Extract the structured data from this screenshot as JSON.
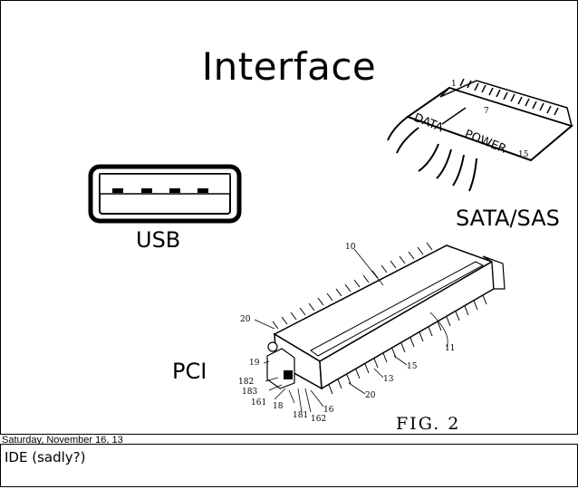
{
  "slide": {
    "title": "Interface",
    "labels": {
      "usb": "USB",
      "sata": "SATA/SAS",
      "pci": "PCI"
    },
    "sata_connector": {
      "data_label": "DATA",
      "power_label": "POWER",
      "pin_numbers": [
        "1",
        "7",
        "15"
      ]
    },
    "pci_figure": {
      "fig_label": "FIG. 2",
      "part_numbers": [
        "10",
        "20",
        "11",
        "15",
        "13",
        "20",
        "19",
        "182",
        "183",
        "161",
        "18",
        "181",
        "162",
        "16"
      ]
    }
  },
  "footer": {
    "date": "Saturday, November 16, 13"
  },
  "notes": {
    "text": "IDE (sadly?)"
  }
}
